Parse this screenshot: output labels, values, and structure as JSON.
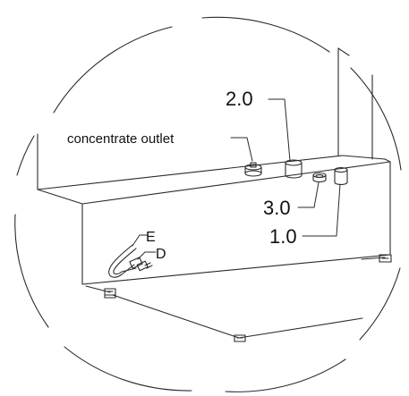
{
  "labels": {
    "concentrate_outlet": "concentrate outlet",
    "part_2": "2.0",
    "part_3": "3.0",
    "part_1": "1.0",
    "connector_e": "E",
    "connector_d": "D"
  },
  "colors": {
    "line": "#2a2a2a",
    "background": "#ffffff"
  }
}
